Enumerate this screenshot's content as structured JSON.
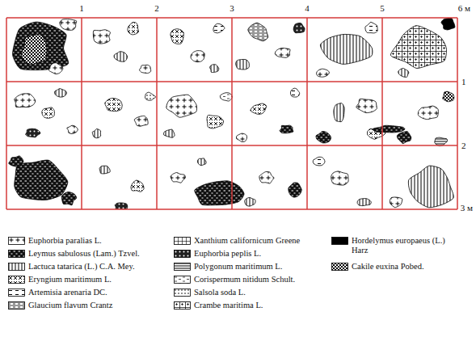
{
  "diagram": {
    "labels": [
      "1",
      "2",
      "3",
      "4",
      "5",
      "6 м",
      "1",
      "2",
      "3 м"
    ],
    "legend": [
      {
        "text": "Euphorbia paralias L."
      },
      {
        "text": "Leymus sabulosus (Lam.) Tzvel."
      },
      {
        "text": "Lactuca tatarica (L.) C.A. Mey."
      },
      {
        "text": "Eryngium maritimum L."
      },
      {
        "text": "Artemisia arenaria DC."
      },
      {
        "text": "Glaucium flavum Crantz"
      },
      {
        "text": "Xanthium californicum Greene"
      },
      {
        "text": "Euphorbia peplis L."
      },
      {
        "text": "Polygonum maritimum L."
      },
      {
        "text": "Corispermum nitidum Schult."
      },
      {
        "text": "Salsola soda L."
      },
      {
        "text": "Crambe maritima L."
      },
      {
        "text": "Hordelymus europaeus (L.) Harz"
      },
      {
        "text": "Cakile euxina Pobed."
      }
    ]
  }
}
